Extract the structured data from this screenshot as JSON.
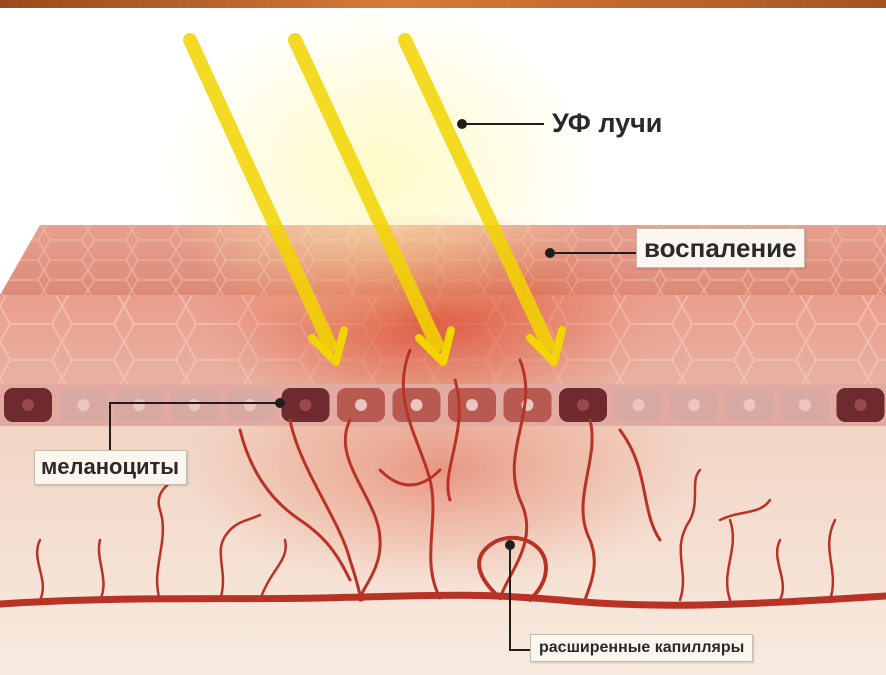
{
  "labels": {
    "uv_rays": "УФ лучи",
    "inflammation": "воспаление",
    "melanocytes": "меланоциты",
    "dilated_capillaries": "расширенные капилляры"
  },
  "colors": {
    "top_band": "#c06020",
    "uv_ray": "#f2d400",
    "ray_glow": "#fff3a0",
    "epidermis": "#e9a090",
    "dermis": "#f6e3d4",
    "capillary": "#b83226",
    "melanocyte_dark": "#6e2a2e",
    "melanocyte_light": "#d69a96"
  }
}
